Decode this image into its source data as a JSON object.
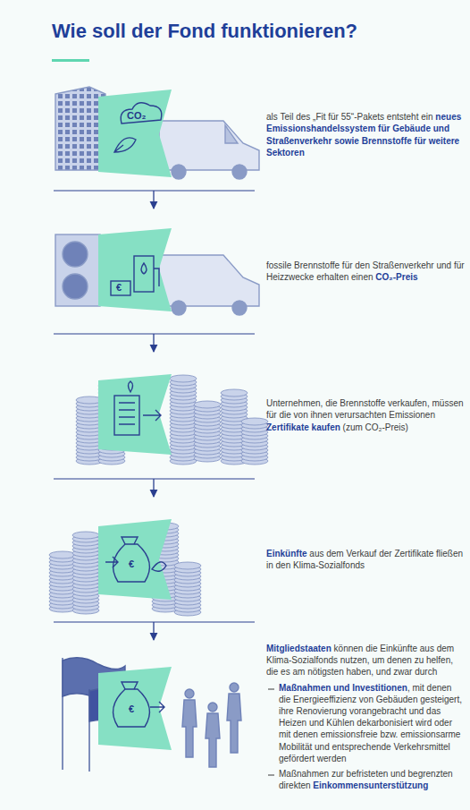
{
  "diagram": {
    "title": "Wie soll der Fond funktionieren?",
    "nodes": [
      {
        "text": [
          "als Teil des „Fit für 55“-Pakets entsteht ein",
          "neues Emissionshandelssystem für Gebäude und Straßenverkehr sowie Brennstoffe für weitere Sektoren"
        ]
      },
      {
        "text": [
          "fossile Brennstoffe für den Straßenverkehr und für Heizzwecke erhalten einen",
          "CO₂-Preis"
        ]
      },
      {
        "text": [
          "Unternehmen, die Brennstoffe verkaufen, müssen für die von ihnen verursachten Emissionen",
          "Zertifikate kaufen",
          "(zum CO₂-Preis)"
        ]
      },
      {
        "text": [
          "Einkünfte",
          "aus dem Verkauf der Zertifikate fließen in den Klima-Sozialfonds"
        ]
      },
      {
        "text": [
          "Mitgliedstaaten",
          "können die Einkünfte aus dem Klima-Sozialfonds nutzen, um denen zu helfen, die es am nötigsten haben, und zwar durch",
          "Maßnahmen und Investitionen",
          ", mit denen die Energieeffizienz von Gebäuden gesteigert, ihre Renovierung vorangebracht und das Heizen und Kühlen dekarbonisiert wird oder mit denen emissionsfreie bzw. emissionsarme Mobilität und entsprechende Verkehrsmittel gefördert werden",
          "Maßnahmen zur befristeten und begrenzten direkten",
          "Einkommensunterstützung"
        ]
      }
    ],
    "edges": [
      {
        "from": 0,
        "to": 1,
        "arrow": "to"
      },
      {
        "from": 1,
        "to": 2,
        "arrow": "to"
      },
      {
        "from": 2,
        "to": 3,
        "arrow": "to"
      },
      {
        "from": 3,
        "to": 4,
        "arrow": "to"
      }
    ],
    "labels": [
      "CO₂",
      "€",
      "€",
      "€"
    ]
  }
}
